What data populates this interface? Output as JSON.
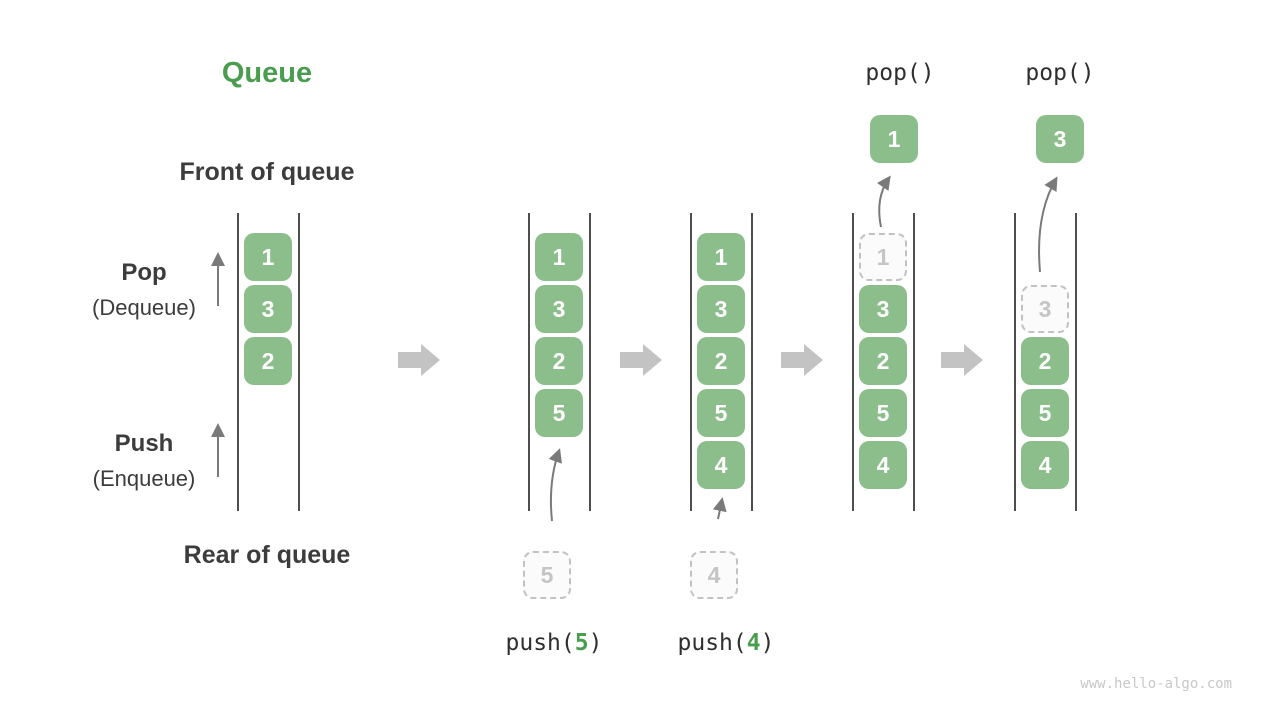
{
  "title": "Queue",
  "labels": {
    "front": "Front of queue",
    "rear": "Rear of queue",
    "pop_main": "Pop",
    "pop_sub": "(Dequeue)",
    "push_main": "Push",
    "push_sub": "(Enqueue)"
  },
  "ops": {
    "pops": [
      {
        "label": "pop()"
      },
      {
        "label": "pop()"
      }
    ],
    "pushes": [
      {
        "fn": "push(",
        "arg": "5",
        "close": ")"
      },
      {
        "fn": "push(",
        "arg": "4",
        "close": ")"
      }
    ]
  },
  "popped": [
    {
      "value": "1"
    },
    {
      "value": "3"
    }
  ],
  "staged": [
    {
      "value": "5"
    },
    {
      "value": "4"
    }
  ],
  "queues": [
    {
      "cells": [
        {
          "value": "1",
          "style": "solid",
          "slot": 0
        },
        {
          "value": "3",
          "style": "solid",
          "slot": 1
        },
        {
          "value": "2",
          "style": "solid",
          "slot": 2
        }
      ]
    },
    {
      "cells": [
        {
          "value": "1",
          "style": "solid",
          "slot": 0
        },
        {
          "value": "3",
          "style": "solid",
          "slot": 1
        },
        {
          "value": "2",
          "style": "solid",
          "slot": 2
        },
        {
          "value": "5",
          "style": "solid",
          "slot": 3
        }
      ]
    },
    {
      "cells": [
        {
          "value": "1",
          "style": "solid",
          "slot": 0
        },
        {
          "value": "3",
          "style": "solid",
          "slot": 1
        },
        {
          "value": "2",
          "style": "solid",
          "slot": 2
        },
        {
          "value": "5",
          "style": "solid",
          "slot": 3
        },
        {
          "value": "4",
          "style": "solid",
          "slot": 4
        }
      ]
    },
    {
      "cells": [
        {
          "value": "1",
          "style": "ghost",
          "slot": 0
        },
        {
          "value": "3",
          "style": "solid",
          "slot": 1
        },
        {
          "value": "2",
          "style": "solid",
          "slot": 2
        },
        {
          "value": "5",
          "style": "solid",
          "slot": 3
        },
        {
          "value": "4",
          "style": "solid",
          "slot": 4
        }
      ]
    },
    {
      "cells": [
        {
          "value": "3",
          "style": "ghost",
          "slot": 1
        },
        {
          "value": "2",
          "style": "solid",
          "slot": 2
        },
        {
          "value": "5",
          "style": "solid",
          "slot": 3
        },
        {
          "value": "4",
          "style": "solid",
          "slot": 4
        }
      ]
    }
  ],
  "watermark": "www.hello-algo.com",
  "colors": {
    "box_green": "#8cbe8c",
    "title_green": "#4a9d4e",
    "dark_text": "#3c3c3c",
    "block_arrow_gray": "#c3c3c3",
    "thin_arrow_gray": "#7a7a7a",
    "wall_gray": "#4e4e4e",
    "ghost_gray": "#c5c5c5"
  }
}
